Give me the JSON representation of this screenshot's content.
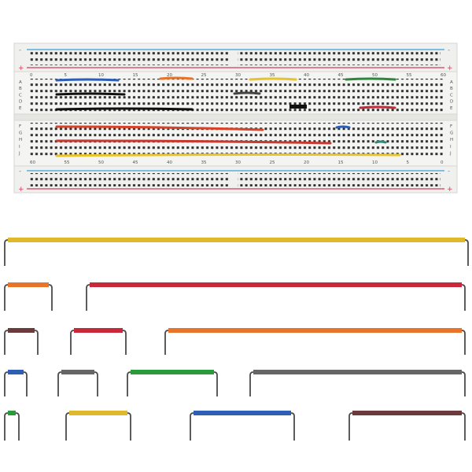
{
  "breadboard": {
    "column_numbers_top": [
      "0",
      "5",
      "10",
      "15",
      "20",
      "25",
      "30",
      "35",
      "40",
      "45",
      "50",
      "55",
      "60"
    ],
    "column_numbers_bottom": [
      "60",
      "55",
      "50",
      "45",
      "40",
      "35",
      "30",
      "25",
      "20",
      "15",
      "10",
      "5",
      "0"
    ],
    "row_letters_top": [
      "A",
      "B",
      "C",
      "D",
      "E"
    ],
    "row_letters_bottom": [
      "F",
      "G",
      "H",
      "I",
      "J"
    ],
    "rail_minus": "-",
    "rail_plus": "+",
    "colors": {
      "body": "#f4f4f2",
      "edge": "#d6d6d2",
      "hole": "#2e2e2e",
      "rail_blue": "#3a9fd6",
      "rail_red": "#d23a5a"
    }
  },
  "wires_on_board": [
    {
      "color": "#2e5fb5"
    },
    {
      "color": "#e8732a"
    },
    {
      "color": "#e8c32a"
    },
    {
      "color": "#2a8a3a"
    },
    {
      "color": "#111111"
    },
    {
      "color": "#444444"
    },
    {
      "color": "#111111"
    },
    {
      "color": "#c8283a"
    },
    {
      "color": "#d8442a"
    },
    {
      "color": "#2e5fb5"
    },
    {
      "color": "#c83a30"
    },
    {
      "color": "#2a8a7a"
    },
    {
      "color": "#e8c32a"
    }
  ],
  "jumper_wires": [
    {
      "color": "#e0b82c"
    },
    {
      "color": "#e8732a"
    },
    {
      "color": "#c8283a"
    },
    {
      "color": "#6b3a3a"
    },
    {
      "color": "#c8283a"
    },
    {
      "color": "#e8732a"
    },
    {
      "color": "#2e5fb5"
    },
    {
      "color": "#666666"
    },
    {
      "color": "#2a9a3a"
    },
    {
      "color": "#666666"
    },
    {
      "color": "#2a9a3a"
    },
    {
      "color": "#e0b82c"
    },
    {
      "color": "#2e5fb5"
    },
    {
      "color": "#6b3a3a"
    }
  ]
}
